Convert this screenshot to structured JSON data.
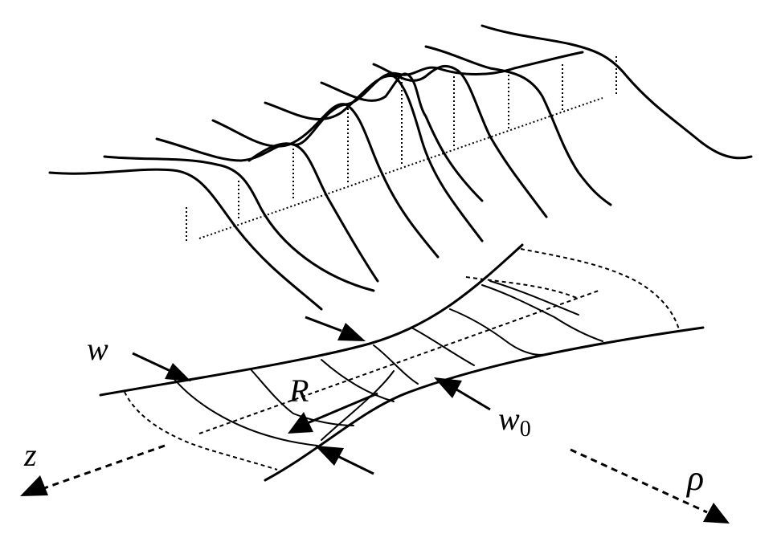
{
  "labels": {
    "w": "w",
    "w0": "w",
    "w0_sub": "0",
    "R": "R",
    "z": "z",
    "rho": "ρ"
  },
  "colors": {
    "ink": "#000000",
    "background": "#ffffff"
  }
}
